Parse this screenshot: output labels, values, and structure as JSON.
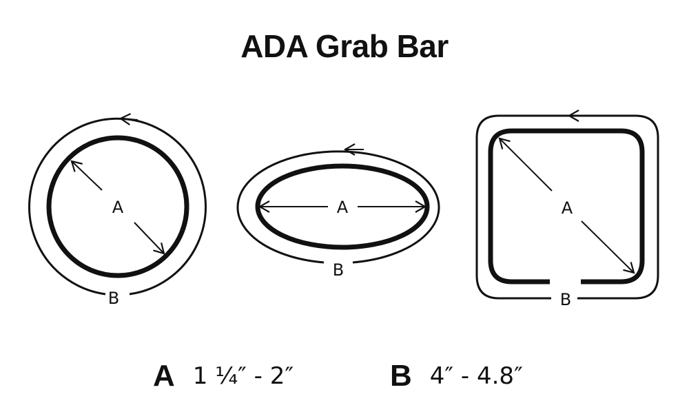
{
  "title": "ADA Grab Bar",
  "shapes": [
    {
      "id": "circle",
      "inner_label": "A",
      "outer_label": "B"
    },
    {
      "id": "oval",
      "inner_label": "A",
      "outer_label": "B"
    },
    {
      "id": "square",
      "inner_label": "A",
      "outer_label": "B"
    }
  ],
  "legend": [
    {
      "key": "A",
      "value": "1 ¼″ - 2″"
    },
    {
      "key": "B",
      "value": "4″ - 4.8″"
    }
  ]
}
